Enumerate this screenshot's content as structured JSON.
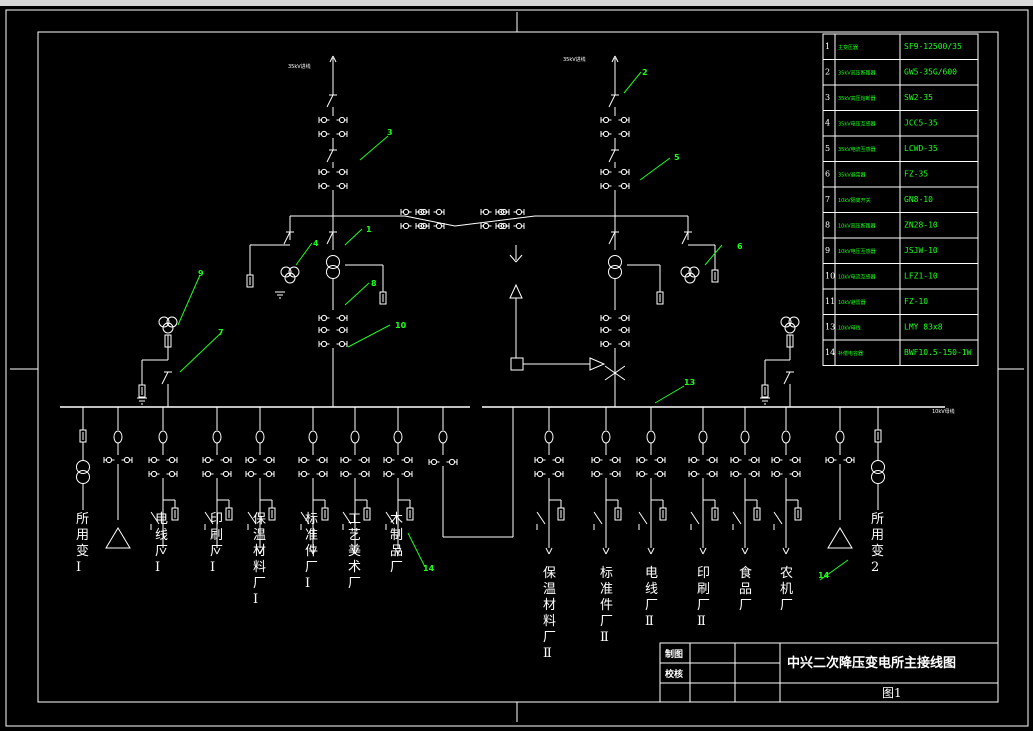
{
  "diagram": {
    "title": "中兴二次降压变电所主接线图",
    "figure_label": "图1",
    "title_block": {
      "drawn_label": "制图",
      "checked_label": "校核"
    },
    "incoming_left_label": "35kV进线",
    "incoming_right_label": "35kV进线",
    "bus_label": "10kV母线",
    "callouts": [
      "1",
      "2",
      "3",
      "4",
      "5",
      "6",
      "7",
      "8",
      "9",
      "10",
      "13",
      "14",
      "14"
    ],
    "feeders_left": [
      {
        "name": "所用变Ⅰ"
      },
      {
        "name": ""
      },
      {
        "name": "电线厂Ⅰ"
      },
      {
        "name": "印刷厂Ⅰ"
      },
      {
        "name": "保温材料厂Ⅰ"
      },
      {
        "name": "标准件厂Ⅰ"
      },
      {
        "name": "工艺美术厂"
      },
      {
        "name": "木制品厂"
      },
      {
        "name": ""
      }
    ],
    "feeders_right": [
      {
        "name": "保温材料厂Ⅱ"
      },
      {
        "name": "标准件厂Ⅱ"
      },
      {
        "name": "电线厂Ⅱ"
      },
      {
        "name": "印刷厂Ⅱ"
      },
      {
        "name": "食品厂"
      },
      {
        "name": "农机厂"
      },
      {
        "name": ""
      },
      {
        "name": "所用变2"
      }
    ],
    "equipment_table": [
      {
        "no": "1",
        "name": "主变压器",
        "model": "SF9-12500/35"
      },
      {
        "no": "2",
        "name": "35kV高压断路器",
        "model": "GW5-35G/600"
      },
      {
        "no": "3",
        "name": "35kV高压熔断器",
        "model": "SW2-35"
      },
      {
        "no": "4",
        "name": "35kV电压互感器",
        "model": "JCC5-35"
      },
      {
        "no": "5",
        "name": "35kV电流互感器",
        "model": "LCWD-35"
      },
      {
        "no": "6",
        "name": "35kV避雷器",
        "model": "FZ-35"
      },
      {
        "no": "7",
        "name": "10kV隔离开关",
        "model": "GN8-10"
      },
      {
        "no": "8",
        "name": "10kV高压断路器",
        "model": "ZN28-10"
      },
      {
        "no": "9",
        "name": "10kV电压互感器",
        "model": "JSJW-10"
      },
      {
        "no": "10",
        "name": "10kV电流互感器",
        "model": "LFZ1-10"
      },
      {
        "no": "11",
        "name": "10kV避雷器",
        "model": "FZ-10"
      },
      {
        "no": "13",
        "name": "10kV母线",
        "model": "LMY 83x8"
      },
      {
        "no": "14",
        "name": "补偿电容器",
        "model": "BWF10.5-150-1W"
      }
    ]
  }
}
